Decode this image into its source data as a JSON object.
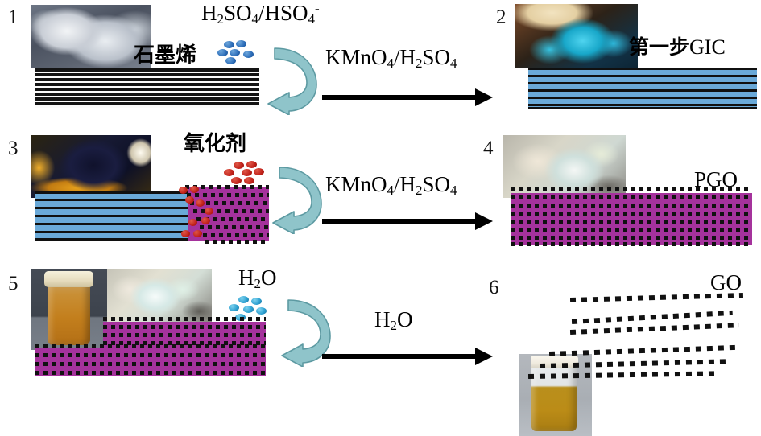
{
  "figure": {
    "type": "process-diagram",
    "subject": "Stepwise oxidation of graphite to graphene oxide",
    "steps": [
      {
        "number": "1",
        "material_label": "石墨烯",
        "reagent_above": "H₂SO₄/HSO₄⁻",
        "molecule_color": "#2b6cb8",
        "stack_type": "graphite",
        "photo_name": "graphite-flake-photo"
      },
      {
        "number": "2",
        "material_label": "第一步GIC",
        "stack_type": "gic",
        "photo_name": "gic-crystal-photo"
      },
      {
        "number": "3",
        "material_label": "氧化剂",
        "molecule_color": "#c02018",
        "stack_type": "hybrid-gic-pgo",
        "photo_name": "oxidant-photo"
      },
      {
        "number": "4",
        "material_label": "PGO",
        "stack_type": "pgo",
        "photo_name": "pgo-flake-photo"
      },
      {
        "number": "5",
        "material_label": "H₂O",
        "molecule_color": "#2b9fd0",
        "stack_type": "pgo",
        "photo_name": "pgo-vial-photo",
        "photo_name_2": "pgo-flake-photo-2"
      },
      {
        "number": "6",
        "material_label": "GO",
        "stack_type": "dispersed-sheets",
        "photo_name": "go-solution-vial-photo"
      }
    ],
    "reactions": [
      {
        "id": "r1",
        "condition": "KMnO₄/H₂SO₄",
        "from_step": "1",
        "to_step": "2"
      },
      {
        "id": "r2",
        "condition": "KMnO₄/H₂SO₄",
        "from_step": "3",
        "to_step": "4"
      },
      {
        "id": "r3",
        "condition": "H₂O",
        "from_step": "5",
        "to_step": "6"
      }
    ],
    "text": {
      "num1": "1",
      "num2": "2",
      "num3": "3",
      "num4": "4",
      "num5": "5",
      "num6": "6",
      "reagent_h2so4_hso4": "H2SO4/HSO4-",
      "graphene_cn": "石墨烯",
      "gic_label": "第一步GIC",
      "oxidant_cn": "氧化剂",
      "pgo_label": "PGO",
      "water_label": "H2O",
      "go_label": "GO",
      "kmno4_h2so4_a": "KMnO4/H2SO4",
      "kmno4_h2so4_b": "KMnO4/H2SO4",
      "water_arrow_label": "H2O"
    },
    "colors": {
      "graphite_layer": "#141414",
      "gic_band": "#6aa9d8",
      "pgo_band": "#a5329c",
      "hook_arrow": "#8fc4ca",
      "hook_arrow_dark": "#6fa7ae",
      "arrow_black": "#000000",
      "molecule_blue": "#2b6cb8",
      "molecule_red": "#c02018",
      "molecule_cyan": "#2b9fd0"
    }
  }
}
